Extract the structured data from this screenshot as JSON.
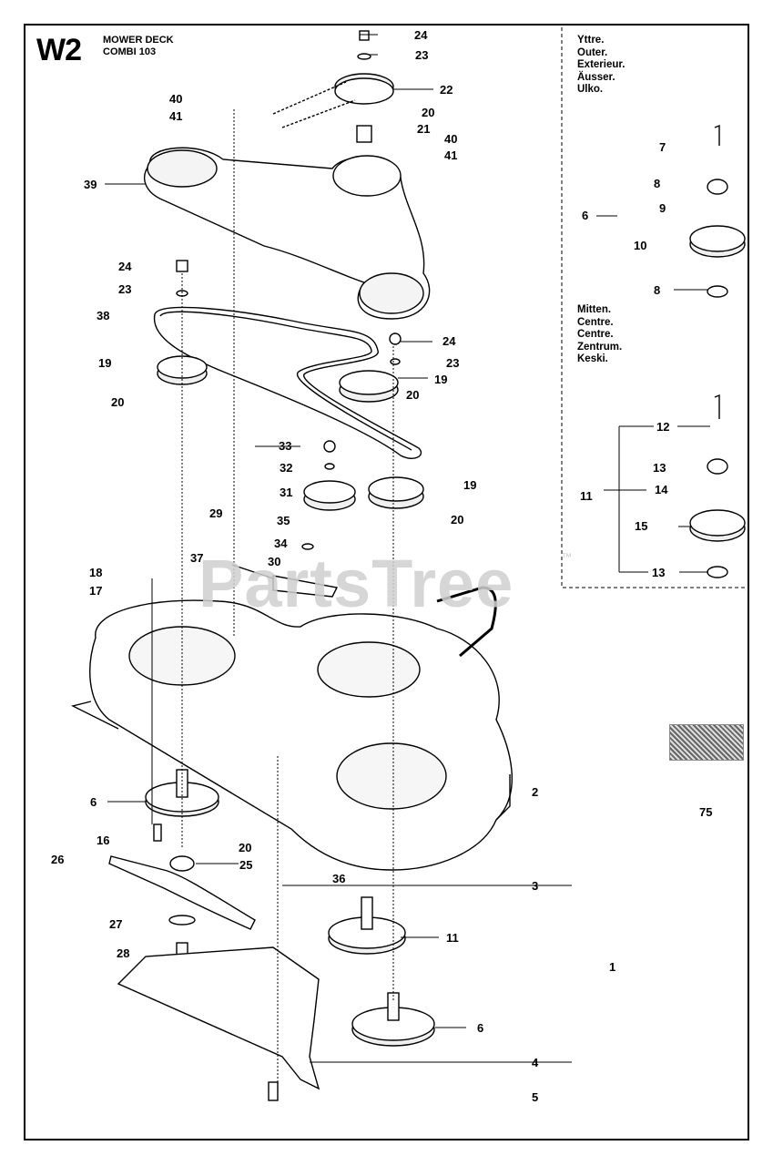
{
  "header": {
    "code": "W2",
    "line1": "MOWER DECK",
    "line2": "COMBI 103"
  },
  "legend_outer": [
    "Yttre.",
    "Outer.",
    "Exterieur.",
    "Äusser.",
    "Ulko."
  ],
  "legend_centre": [
    "Mitten.",
    "Centre.",
    "Centre.",
    "Zentrum.",
    "Keski."
  ],
  "watermark": {
    "text": "PartsTree",
    "tm": "™"
  },
  "callouts": {
    "c24a": "24",
    "c23a": "23",
    "c22": "22",
    "c40a": "40",
    "c41a": "41",
    "c20a": "20",
    "c21": "21",
    "c40b": "40",
    "c41b": "41",
    "c39": "39",
    "c24b": "24",
    "c23b": "23",
    "c38": "38",
    "c19a": "19",
    "c20b": "20",
    "c24c": "24",
    "c23c": "23",
    "c19b": "19",
    "c20c": "20",
    "c33": "33",
    "c32": "32",
    "c31": "31",
    "c19c": "19",
    "c20d": "20",
    "c29": "29",
    "c35": "35",
    "c34": "34",
    "c37": "37",
    "c30": "30",
    "c18": "18",
    "c17": "17",
    "c2": "2",
    "c75": "75",
    "c6a": "6",
    "c16": "16",
    "c20e": "20",
    "c26": "26",
    "c25": "25",
    "c36": "36",
    "c3": "3",
    "c27": "27",
    "c11a": "11",
    "c28": "28",
    "c1": "1",
    "c6b": "6",
    "c4": "4",
    "c5": "5",
    "r7": "7",
    "r8a": "8",
    "r9": "9",
    "r6": "6",
    "r10": "10",
    "r8b": "8",
    "r12": "12",
    "r13a": "13",
    "r14": "14",
    "r11": "11",
    "r15": "15",
    "r13b": "13"
  }
}
